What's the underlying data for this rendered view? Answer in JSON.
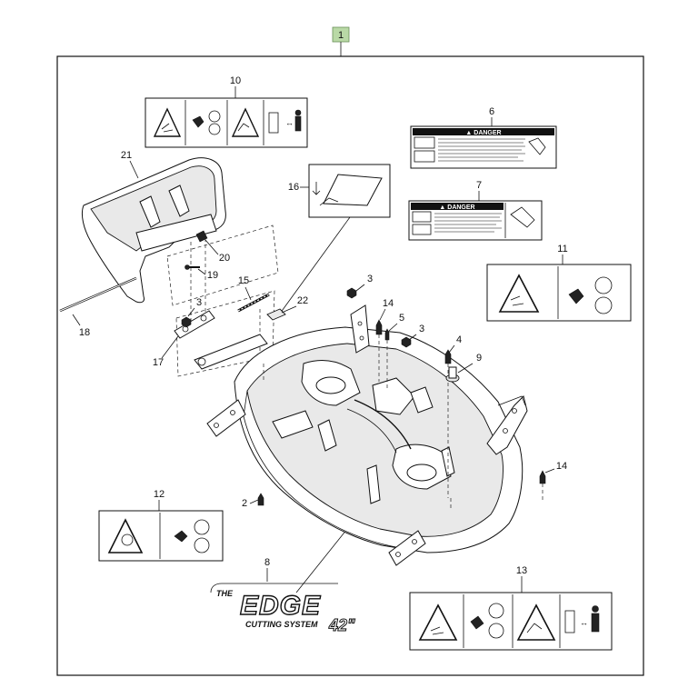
{
  "group_label": "1",
  "callouts": {
    "c2": "2",
    "c3a": "3",
    "c3b": "3",
    "c3c": "3",
    "c4": "4",
    "c5": "5",
    "c6": "6",
    "c7": "7",
    "c8": "8",
    "c9": "9",
    "c10": "10",
    "c11": "11",
    "c12": "12",
    "c13": "13",
    "c14a": "14",
    "c14b": "14",
    "c15": "15",
    "c16": "16",
    "c17": "17",
    "c18": "18",
    "c19": "19",
    "c20": "20",
    "c21": "21",
    "c22": "22"
  },
  "decal_6": {
    "header": "▲ DANGER"
  },
  "decal_7": {
    "header": "▲ DANGER"
  },
  "logo": {
    "prefix": "THE",
    "word": "EDGE",
    "tagline": "CUTTING SYSTEM",
    "size": "42\""
  },
  "colors": {
    "group_box": "#b9d9a6",
    "line": "#111111",
    "decal_black": "#111111"
  }
}
